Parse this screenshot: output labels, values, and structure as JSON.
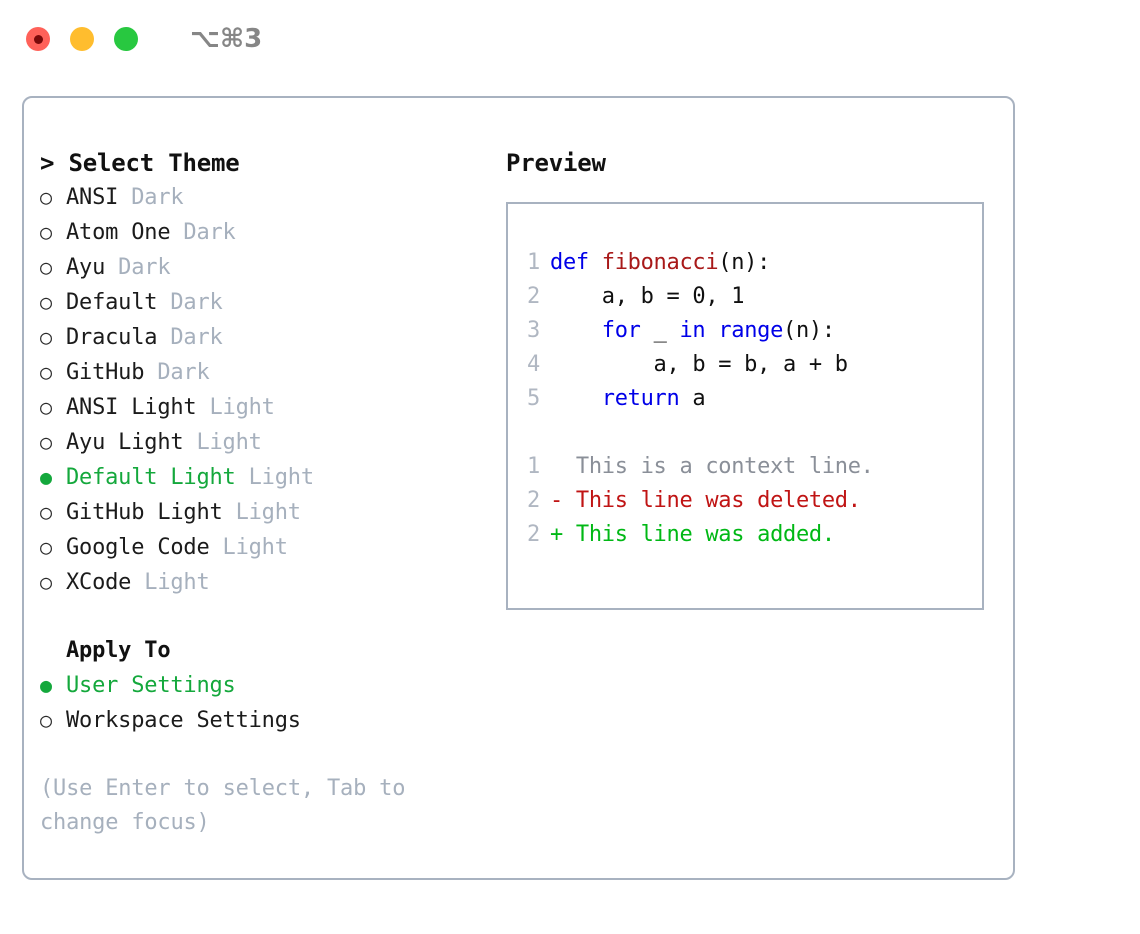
{
  "window": {
    "shortcut": "⌥⌘3",
    "lights": [
      "close-red",
      "minimize-yellow",
      "maximize-green"
    ]
  },
  "theme_list": {
    "header": "> Select Theme",
    "items": [
      {
        "marker": "○",
        "selected": false,
        "label": "ANSI",
        "suffix": "Dark"
      },
      {
        "marker": "○",
        "selected": false,
        "label": "Atom One",
        "suffix": "Dark"
      },
      {
        "marker": "○",
        "selected": false,
        "label": "Ayu",
        "suffix": "Dark"
      },
      {
        "marker": "○",
        "selected": false,
        "label": "Default",
        "suffix": "Dark"
      },
      {
        "marker": "○",
        "selected": false,
        "label": "Dracula",
        "suffix": "Dark"
      },
      {
        "marker": "○",
        "selected": false,
        "label": "GitHub",
        "suffix": "Dark"
      },
      {
        "marker": "○",
        "selected": false,
        "label": "ANSI Light",
        "suffix": "Light"
      },
      {
        "marker": "○",
        "selected": false,
        "label": "Ayu Light",
        "suffix": "Light"
      },
      {
        "marker": "●",
        "selected": true,
        "label": "Default Light",
        "suffix": "Light"
      },
      {
        "marker": "○",
        "selected": false,
        "label": "GitHub Light",
        "suffix": "Light"
      },
      {
        "marker": "○",
        "selected": false,
        "label": "Google Code",
        "suffix": "Light"
      },
      {
        "marker": "○",
        "selected": false,
        "label": "XCode",
        "suffix": "Light"
      }
    ]
  },
  "apply_to": {
    "header": "Apply To",
    "items": [
      {
        "marker": "●",
        "selected": true,
        "label": "User Settings",
        "suffix": ""
      },
      {
        "marker": "○",
        "selected": false,
        "label": "Workspace Settings",
        "suffix": ""
      }
    ]
  },
  "hint": "(Use Enter to select, Tab to change focus)",
  "preview": {
    "title": "Preview",
    "code_lines": [
      {
        "num": "1",
        "segments": [
          {
            "t": "def ",
            "c": "kw"
          },
          {
            "t": "fibonacci",
            "c": "fn"
          },
          {
            "t": "(n):",
            "c": "plain"
          }
        ]
      },
      {
        "num": "2",
        "segments": [
          {
            "t": "    a, b = 0, 1",
            "c": "plain"
          }
        ]
      },
      {
        "num": "3",
        "segments": [
          {
            "t": "    ",
            "c": "plain"
          },
          {
            "t": "for",
            "c": "kw"
          },
          {
            "t": " _ ",
            "c": "plain"
          },
          {
            "t": "in",
            "c": "kw"
          },
          {
            "t": " ",
            "c": "plain"
          },
          {
            "t": "range",
            "c": "kw"
          },
          {
            "t": "(n):",
            "c": "plain"
          }
        ]
      },
      {
        "num": "4",
        "segments": [
          {
            "t": "        a, b = b, a + b",
            "c": "plain"
          }
        ]
      },
      {
        "num": "5",
        "segments": [
          {
            "t": "    ",
            "c": "plain"
          },
          {
            "t": "return",
            "c": "kw"
          },
          {
            "t": " a",
            "c": "plain"
          }
        ]
      }
    ],
    "diff_lines": [
      {
        "num": "1",
        "text": "  This is a context line.",
        "kind": "ctx"
      },
      {
        "num": "2",
        "text": "- This line was deleted.",
        "kind": "del"
      },
      {
        "num": "2",
        "text": "+ This line was added.",
        "kind": "add"
      }
    ]
  },
  "colors": {
    "accent_green": "#14a83c",
    "muted": "#a6b0bd",
    "border": "#a8b2c0",
    "keyword_blue": "#0000e8",
    "function_red": "#a81919",
    "diff_add": "#00b815",
    "diff_del": "#c01414",
    "light_red": "#ff6159",
    "light_yellow": "#ffbd2e",
    "light_green": "#28c840"
  }
}
